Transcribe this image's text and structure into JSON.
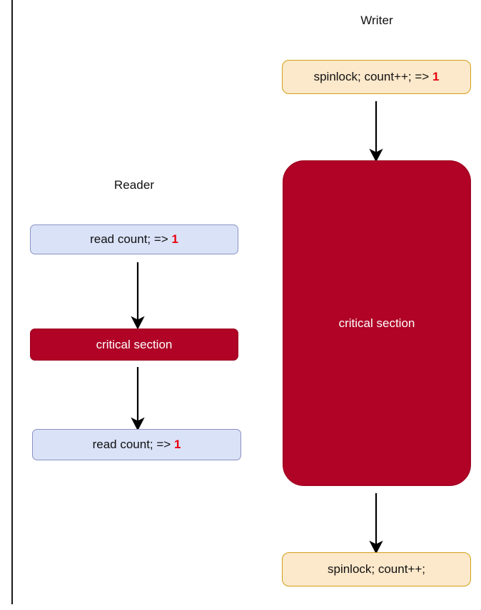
{
  "diagram": {
    "title_reader": "Reader",
    "title_writer": "Writer",
    "colors": {
      "blue_fill": "#dae2f8",
      "blue_stroke": "#8b92c4",
      "cream_fill": "#fce8ca",
      "cream_stroke": "#d0a017",
      "red_fill": "#b00326",
      "highlight_text": "#e8000d",
      "rule": "#1a1a1a",
      "arrow": "#000000"
    },
    "reader": {
      "nodes": [
        {
          "id": "reader-read-1",
          "text": "read count; => ",
          "highlight": "1",
          "style": "blue"
        },
        {
          "id": "reader-critical",
          "text": "critical section",
          "highlight": "",
          "style": "red"
        },
        {
          "id": "reader-read-2",
          "text": "read count; => ",
          "highlight": "1",
          "style": "blue"
        }
      ]
    },
    "writer": {
      "nodes": [
        {
          "id": "writer-spinlock-top",
          "text": "spinlock; count++; => ",
          "highlight": "1",
          "style": "cream"
        },
        {
          "id": "writer-critical",
          "text": "critical section",
          "highlight": "",
          "style": "red"
        },
        {
          "id": "writer-spinlock-bottom",
          "text": "spinlock; count++;",
          "highlight": "",
          "style": "cream"
        }
      ]
    },
    "arrows": [
      {
        "name": "arrow-reader-read1-to-critical",
        "from": "reader-read-1",
        "to": "reader-critical"
      },
      {
        "name": "arrow-reader-critical-to-read2",
        "from": "reader-critical",
        "to": "reader-read-2"
      },
      {
        "name": "arrow-writer-spinlock-to-critical",
        "from": "writer-spinlock-top",
        "to": "writer-critical"
      },
      {
        "name": "arrow-writer-critical-to-spinlock",
        "from": "writer-critical",
        "to": "writer-spinlock-bottom"
      }
    ]
  }
}
